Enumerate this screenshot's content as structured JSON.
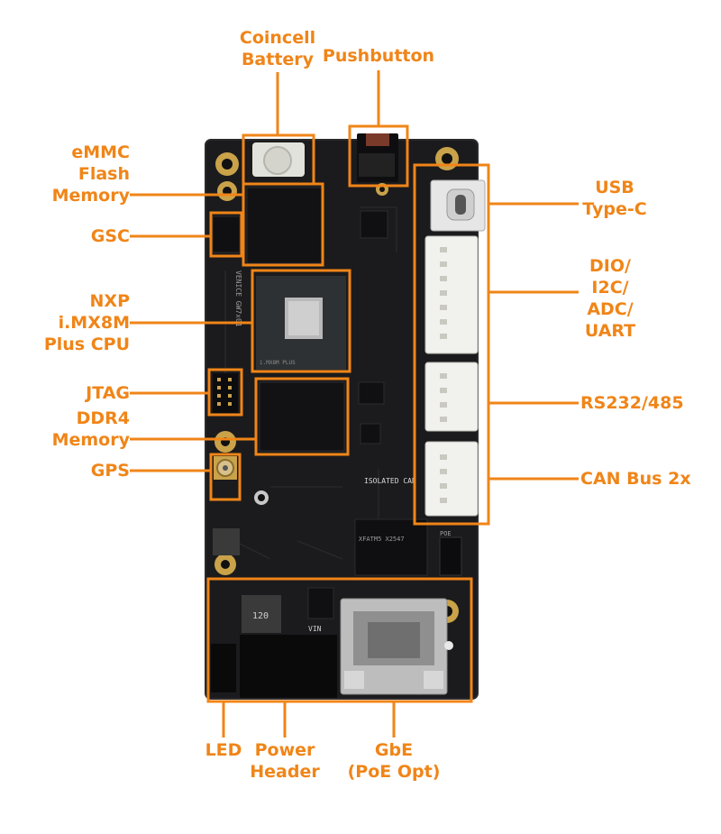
{
  "colors": {
    "accent": "#f08518",
    "board": "#1b1b1d",
    "board_edge": "#2a2a2d",
    "connector": "#f1f1ee",
    "chip": "#121214",
    "gold": "#c9a24a",
    "metal": "#c8c8c8"
  },
  "labels": {
    "coincell": [
      "Coincell",
      "Battery"
    ],
    "pushbutton": [
      "Pushbutton"
    ],
    "emmc": [
      "eMMC",
      "Flash",
      "Memory"
    ],
    "gsc": [
      "GSC"
    ],
    "nxp": [
      "NXP",
      "i.MX8M",
      "Plus CPU"
    ],
    "jtag": [
      "JTAG"
    ],
    "ddr4": [
      "DDR4",
      "Memory"
    ],
    "gps": [
      "GPS"
    ],
    "usb": [
      "USB",
      "Type-C"
    ],
    "dio": [
      "DIO/",
      "I2C/",
      "ADC/",
      "UART"
    ],
    "rs232": [
      "RS232/485"
    ],
    "can": [
      "CAN Bus 2x"
    ],
    "led": [
      "LED"
    ],
    "power": [
      "Power",
      "Header"
    ],
    "gbe": [
      "GbE",
      "(PoE Opt)"
    ]
  },
  "board_text": {
    "isolated_can": "ISOLATED CAN",
    "venice": "VENICE GW7x01",
    "cpu_mark": "i.MX8M PLUS",
    "vin": "VIN",
    "inductor": "120",
    "ethernet_mark": "XFATM5 X2547",
    "poe": "POE"
  },
  "icons": [
    "coincell-battery-icon",
    "pushbutton-icon",
    "usb-c-port-icon",
    "ethernet-jack-icon",
    "sma-connector-icon",
    "mounting-hole-icon"
  ]
}
